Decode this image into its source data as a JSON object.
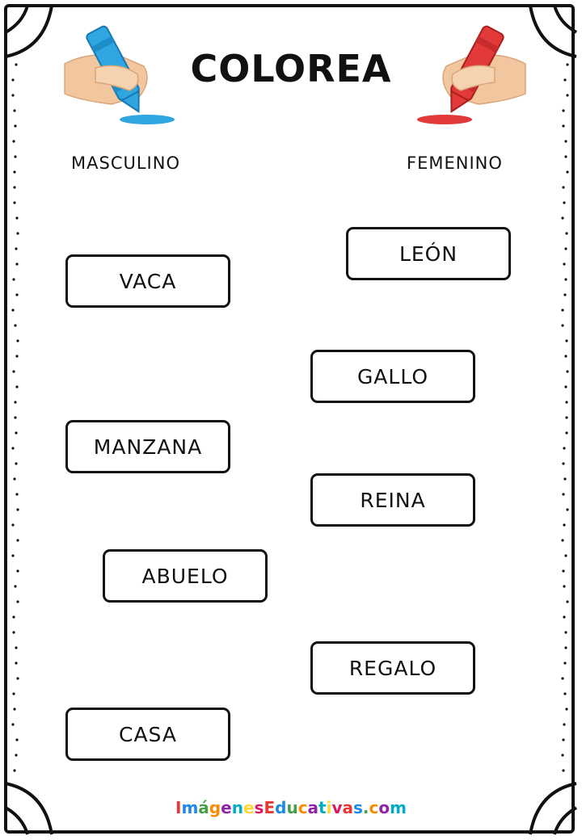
{
  "title": "COLOREA",
  "labels": {
    "masculine": "MASCULINO",
    "feminine": "FEMENINO"
  },
  "crayons": {
    "masculine_color": "#2fa6e0",
    "feminine_color": "#e23a3a"
  },
  "words": [
    "LEÓN",
    "VACA",
    "GALLO",
    "MANZANA",
    "REINA",
    "ABUELO",
    "REGALO",
    "CASA"
  ],
  "watermark": {
    "text": "ImágenesEducativas.com",
    "letter_colors": [
      "#e53935",
      "#1e88e5",
      "#43a047",
      "#fb8c00",
      "#8e24aa",
      "#00acc1",
      "#fdd835",
      "#d81b60"
    ]
  }
}
